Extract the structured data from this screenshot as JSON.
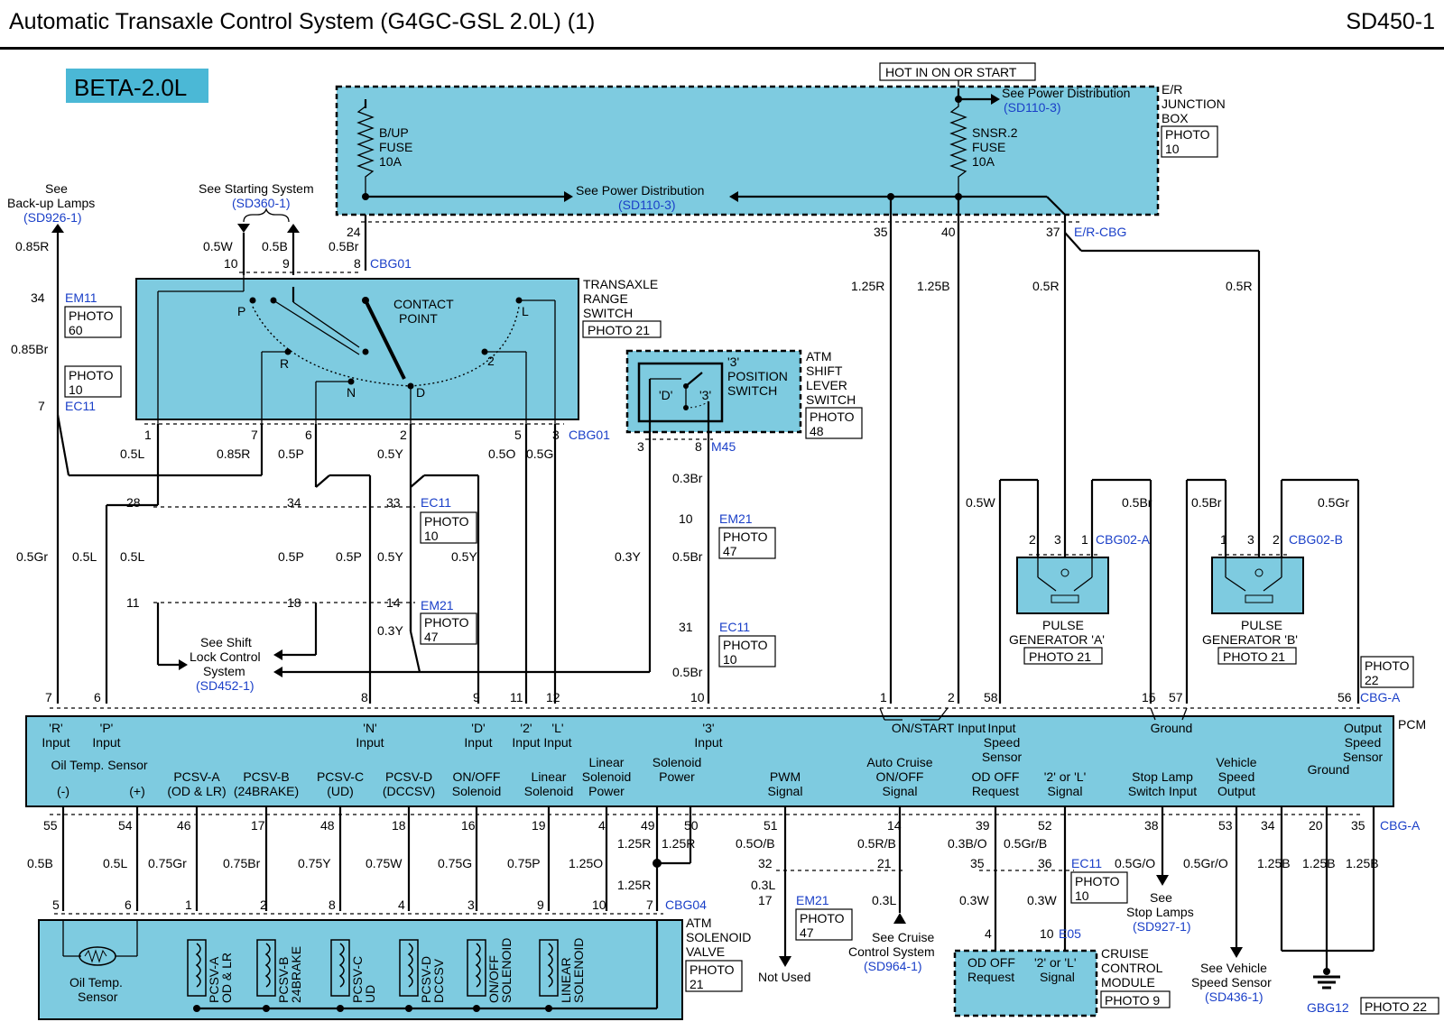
{
  "header": {
    "title": "Automatic Transaxle Control System (G4GC-GSL 2.0L) (1)",
    "code": "SD450-1"
  },
  "badge": "BETA-2.0L",
  "hot_label": "HOT IN ON OR START",
  "junction": {
    "lines": [
      "E/R",
      "JUNCTION",
      "BOX"
    ],
    "photo": [
      "PHOTO",
      "10"
    ],
    "connector": "E/R-CBG",
    "fuse1": [
      "B/UP",
      "FUSE",
      "10A"
    ],
    "fuse2": [
      "SNSR.2",
      "FUSE",
      "10A"
    ],
    "see_power_top": "See Power Distribution",
    "see_power_top_ref": "(SD110-3)",
    "see_power_mid": "See Power Distribution",
    "see_power_mid_ref": "(SD110-3)"
  },
  "backup": {
    "lines": [
      "See",
      "Back-up Lamps"
    ],
    "ref": "(SD926-1)"
  },
  "starting": {
    "text": "See Starting System",
    "ref": "(SD360-1)"
  },
  "trs": {
    "lines": [
      "TRANSAXLE",
      "RANGE",
      "SWITCH"
    ],
    "photo": "PHOTO 21",
    "connector": "CBG01",
    "contact": [
      "CONTACT",
      "POINT"
    ],
    "pos": [
      "P",
      "R",
      "N",
      "D",
      "2",
      "L"
    ]
  },
  "atm_switch": {
    "lines": [
      "ATM",
      "SHIFT",
      "LEVER",
      "SWITCH"
    ],
    "photo": [
      "PHOTO",
      "48"
    ],
    "pos_label": [
      "'3'",
      "POSITION",
      "SWITCH"
    ],
    "d": "'D'",
    "three": "'3'",
    "connector": "M45"
  },
  "shift_lock": {
    "lines": [
      "See Shift",
      "Lock Control",
      "System"
    ],
    "ref": "(SD452-1)"
  },
  "connectors": {
    "em11": "EM11",
    "ec11": "EC11",
    "em21": "EM21",
    "cbg04": "CBG04",
    "e05": "E05",
    "cbg02a": "CBG02-A",
    "cbg02b": "CBG02-B",
    "cbga": "CBG-A",
    "gbg12": "GBG12"
  },
  "photos": {
    "p60": [
      "PHOTO",
      "60"
    ],
    "p10": [
      "PHOTO",
      "10"
    ],
    "p47": [
      "PHOTO",
      "47"
    ],
    "p21": "PHOTO 21",
    "p9": "PHOTO 9",
    "p22": "PHOTO 22",
    "p22b": [
      "PHOTO",
      "22"
    ]
  },
  "pulse_a": {
    "lines": [
      "PULSE",
      "GENERATOR 'A'"
    ],
    "photo": "PHOTO 21"
  },
  "pulse_b": {
    "lines": [
      "PULSE",
      "GENERATOR 'B'"
    ],
    "photo": "PHOTO 21"
  },
  "pcm": {
    "label": "PCM",
    "top": [
      "'R'|Input",
      "'P'|Input",
      "'N'|Input",
      "'D'|Input",
      "'2'|Input",
      "'L'|Input",
      "'3'|Input",
      "ON/START Input",
      "Input|Speed|Sensor",
      "Ground",
      "Output|Speed|Sensor"
    ],
    "bottom": [
      "Oil Temp. Sensor",
      "(-)",
      "(+)",
      "PCSV-A|(OD & LR)",
      "PCSV-B|(24BRAKE)",
      "PCSV-C|(UD)",
      "PCSV-D|(DCCSV)",
      "ON/OFF|Solenoid",
      "Linear|Solenoid",
      "Linear|Solenoid|Power",
      "Solenoid|Power",
      "PWM|Signal",
      "Auto Cruise|ON/OFF|Signal",
      "OD OFF|Request",
      "'2' or 'L'|Signal",
      "Stop Lamp|Switch Input",
      "Vehicle|Speed|Output",
      "Ground"
    ]
  },
  "solenoid_valve": {
    "lines": [
      "ATM",
      "SOLENOID",
      "VALVE"
    ],
    "photo": [
      "PHOTO",
      "21"
    ],
    "oil": [
      "Oil Temp.",
      "Sensor"
    ],
    "coils": [
      "PCSV-A|OD & LR",
      "PCSV-B|24BRAKE",
      "PCSV-C|UD",
      "PCSV-D|DCCSV",
      "ON/OFF|SOLENOID",
      "LINEAR|SOLENOID"
    ]
  },
  "cruise_module": {
    "lines": [
      "CRUISE",
      "CONTROL",
      "MODULE"
    ],
    "photo": "PHOTO 9",
    "od": [
      "OD OFF",
      "Request"
    ],
    "sig": [
      "'2' or 'L'",
      "Signal"
    ]
  },
  "refs": {
    "not_used": "Not Used",
    "cruise_sys": [
      "See Cruise",
      "Control System"
    ],
    "cruise_ref": "(SD964-1)",
    "stop": [
      "See",
      "Stop Lamps"
    ],
    "stop_ref": "(SD927-1)",
    "vss": [
      "See Vehicle",
      "Speed Sensor"
    ],
    "vss_ref": "(SD436-1)"
  },
  "wires": {
    "w085r": "0.85R",
    "w085br": "0.85Br",
    "w05w": "0.5W",
    "w05b": "0.5B",
    "w05br": "0.5Br",
    "w05l": "0.5L",
    "w085r2": "0.85R",
    "w05p": "0.5P",
    "w05y": "0.5Y",
    "w05o": "0.5O",
    "w05g": "0.5G",
    "w05gr": "0.5Gr",
    "w03y": "0.3Y",
    "w03br": "0.3Br",
    "w125r": "1.25R",
    "w125b": "1.25B",
    "w05r": "0.5R",
    "w05w2": "0.5W",
    "w05br2": "0.5Br",
    "w05gr2": "0.5Gr",
    "w075gr": "0.75Gr",
    "w075br": "0.75Br",
    "w075y": "0.75Y",
    "w075w": "0.75W",
    "w075g": "0.75G",
    "w075p": "0.75P",
    "w125o": "1.25O",
    "w05ob": "0.5O/B",
    "w03l": "0.3L",
    "w05rb": "0.5R/B",
    "w03bo": "0.3B/O",
    "w05grb": "0.5Gr/B",
    "w03w": "0.3W",
    "w05go": "0.5G/O",
    "w05gro": "0.5Gr/O"
  }
}
